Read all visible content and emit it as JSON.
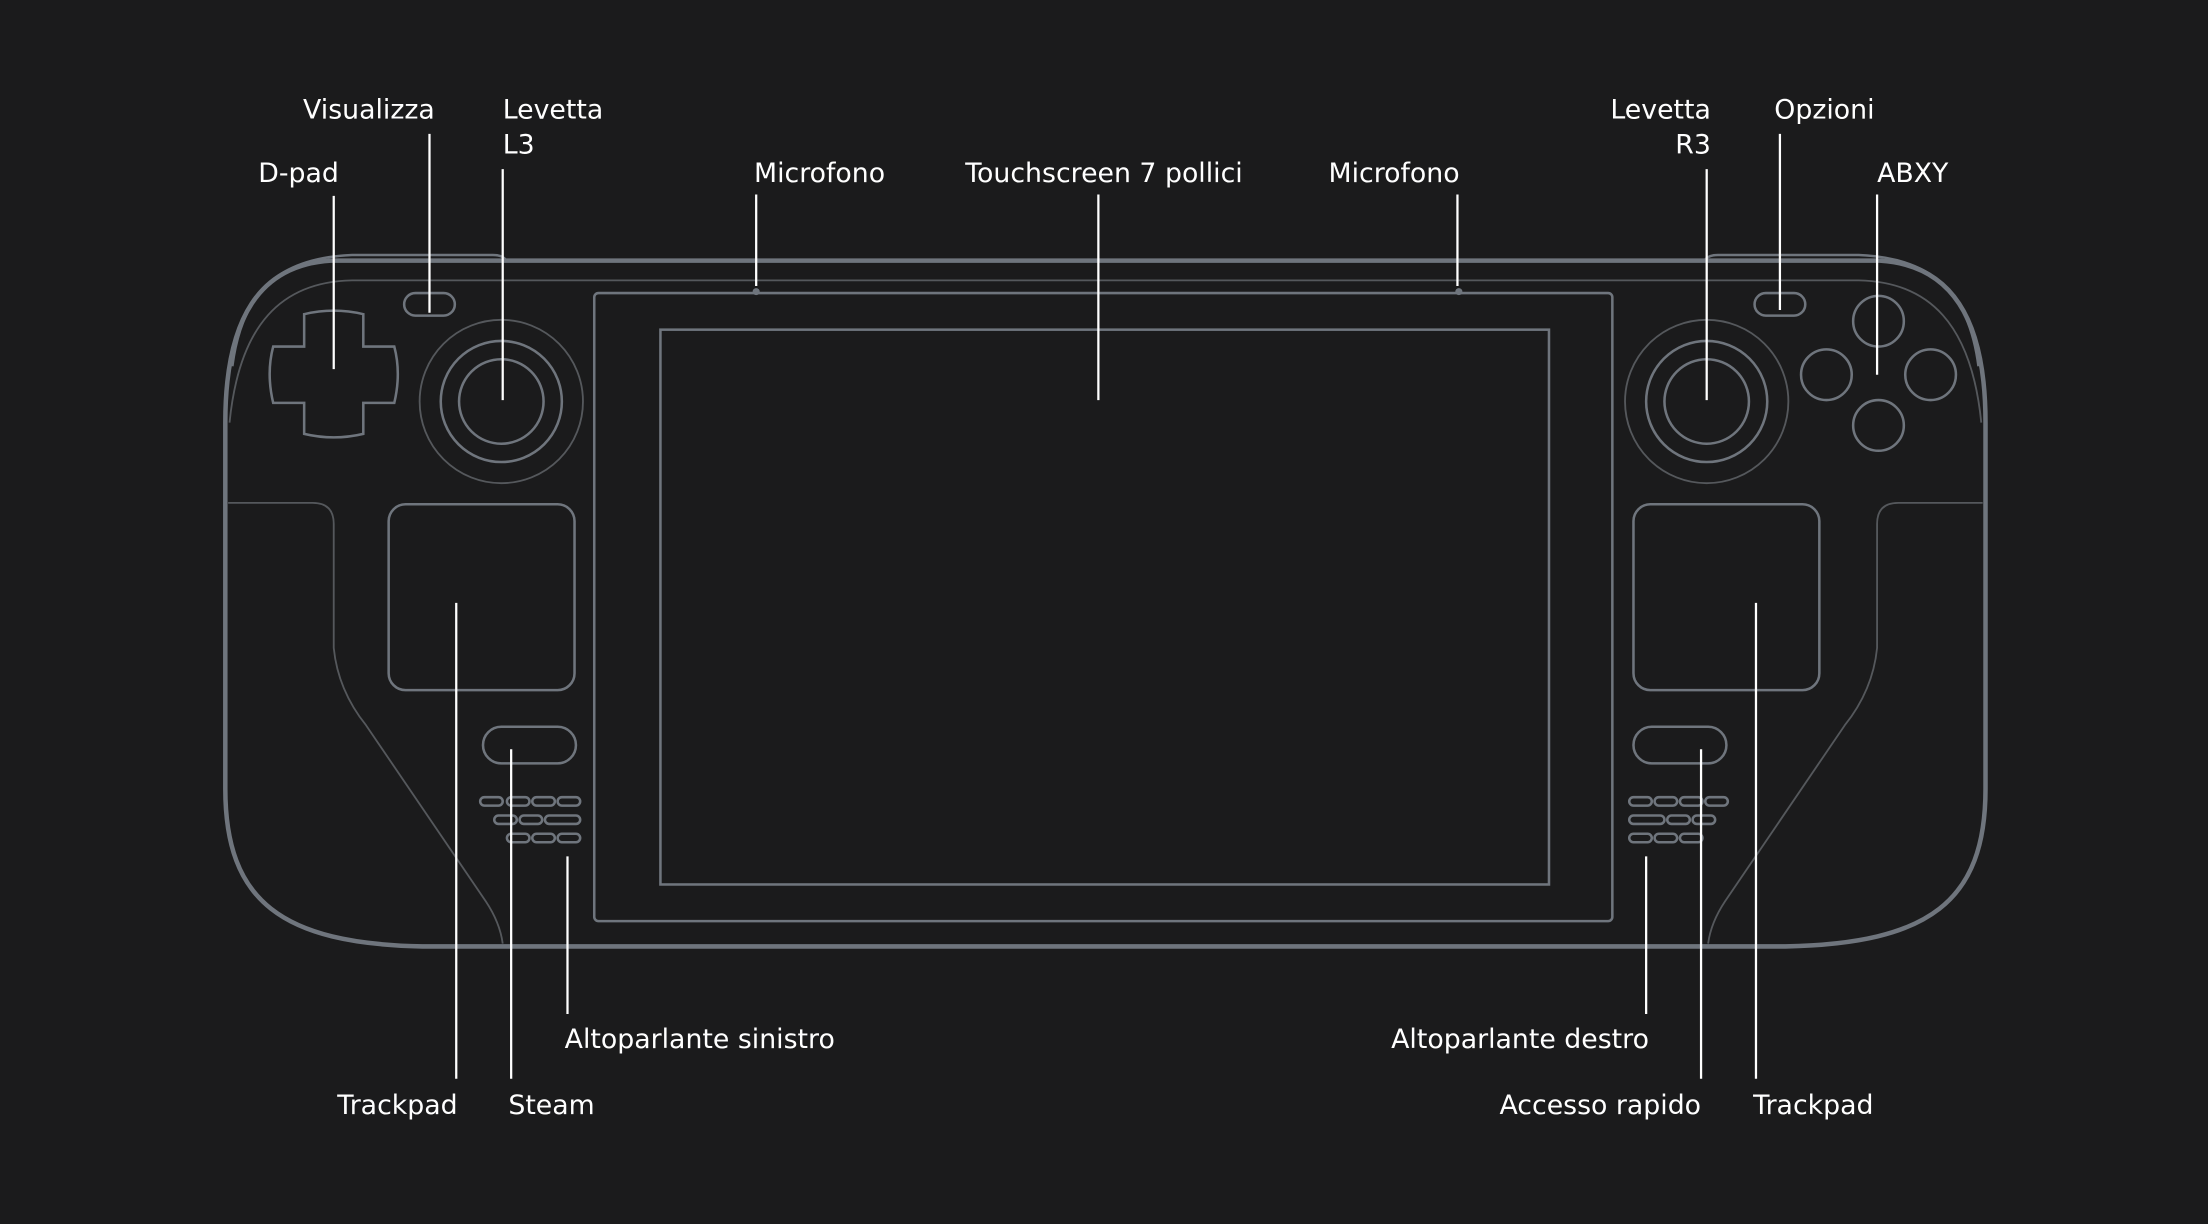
{
  "title": "Steam Deck controls diagram",
  "labels": {
    "view": "Visualizza",
    "l3_line1": "Levetta",
    "l3_line2": "L3",
    "dpad": "D-pad",
    "mic_left": "Microfono",
    "touchscreen": "Touchscreen 7 pollici",
    "mic_right": "Microfono",
    "r3_line1": "Levetta",
    "r3_line2": "R3",
    "options": "Opzioni",
    "abxy": "ABXY",
    "speaker_left": "Altoparlante sinistro",
    "trackpad_left": "Trackpad",
    "steam": "Steam",
    "speaker_right": "Altoparlante destro",
    "quick_access": "Accesso rapido",
    "trackpad_right": "Trackpad"
  },
  "colors": {
    "background": "#1b1b1c",
    "outline": "#6f757d",
    "leader": "#ffffff"
  }
}
